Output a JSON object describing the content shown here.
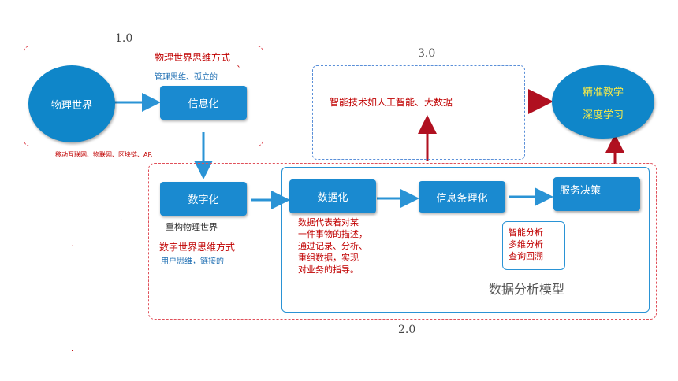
{
  "versions": {
    "v1": "1.0",
    "v2": "2.0",
    "v3": "3.0"
  },
  "stage1": {
    "title": "物理世界思维方式",
    "subtitle": "管理思维、孤立的",
    "physical_world": "物理世界",
    "informatization": "信息化",
    "tech_note": "移动互联网、物联网、区块链、AR"
  },
  "stage2": {
    "digitization": "数字化",
    "rebuild": "重构物理世界",
    "digital_mindset": "数字世界思维方式",
    "user_mindset": "用户思维，链接的",
    "datafication": "数据化",
    "info_org": "信息条理化",
    "service": "服务决策",
    "data_desc": [
      "数据代表着对某",
      "一件事物的描述，",
      "通过记录、分析、",
      "重组数据，实现",
      "对业务的指导。"
    ],
    "analysis": [
      "智能分析",
      "多维分析",
      "查询回溯"
    ],
    "model_label": "数据分析模型"
  },
  "stage3": {
    "ai_tech": "智能技术如人工智能、大数据",
    "outcome1": "精准教学",
    "outcome2": "深度学习"
  },
  "colors": {
    "box_blue": "#1a8ad0",
    "arrow_blue": "#2a93d5",
    "arrow_red": "#b01020",
    "outcome_text": "#f5e94a"
  }
}
